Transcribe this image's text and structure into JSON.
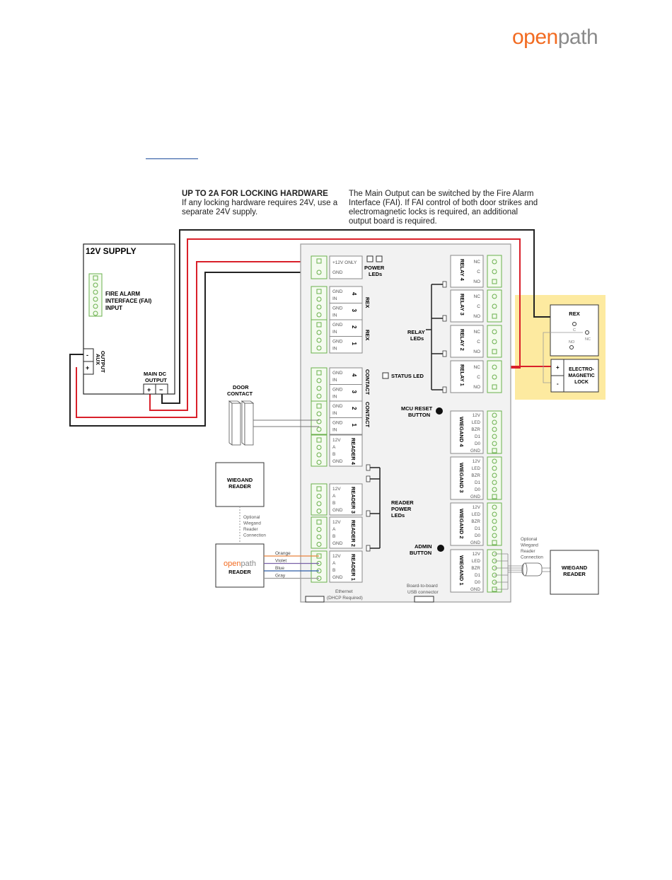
{
  "logo": {
    "part1": "open",
    "part2": "path",
    "color_primary": "#f26b21",
    "color_secondary": "#8a8a8a"
  },
  "notes": {
    "locking_title": "UP TO 2A FOR LOCKING HARDWARE",
    "locking_body_1": "If any locking hardware requires 24V, use a",
    "locking_body_2": "separate 24V supply.",
    "fai_1": "The Main Output can be switched by the Fire Alarm",
    "fai_2": "Interface (FAI). If FAI control of both door strikes and",
    "fai_3": "electromagnetic locks is required, an additional",
    "fai_4": "output board is required."
  },
  "supply": {
    "title": "12V SUPPLY",
    "fai_1": "FIRE ALARM",
    "fai_2": "INTERFACE (FAI)",
    "fai_3": "INPUT",
    "aux_label_1": "AUX",
    "aux_label_2": "OUTPUT",
    "aux_minus": "-",
    "aux_plus": "+",
    "main_dc_1": "MAIN DC",
    "main_dc_2": "OUTPUT",
    "main_plus": "+",
    "main_minus": "−"
  },
  "board": {
    "power_in": {
      "pin1": "+12V ONLY",
      "pin2": "GND"
    },
    "power_leds_1": "POWER",
    "power_leds_2": "LEDs",
    "rex_label": "REX",
    "contact_label": "CONTACT",
    "gnd": "GND",
    "in": "IN",
    "rex_nums": [
      "4",
      "3",
      "2",
      "1"
    ],
    "contact_nums": [
      "4",
      "3",
      "2",
      "1"
    ],
    "reader_pins": [
      "12V",
      "A",
      "B",
      "GND"
    ],
    "readers": [
      "READER 4",
      "READER 3",
      "READER 2",
      "READER 1"
    ],
    "relay_leds_1": "RELAY",
    "relay_leds_2": "LEDs",
    "status_led": "STATUS LED",
    "mcu_reset_1": "MCU RESET",
    "mcu_reset_2": "BUTTON",
    "reader_power_1": "READER",
    "reader_power_2": "POWER",
    "reader_power_3": "LEDs",
    "admin_1": "ADMIN",
    "admin_2": "BUTTON",
    "relays": [
      "RELAY 4",
      "RELAY 3",
      "RELAY 2",
      "RELAY 1"
    ],
    "relay_pins": [
      "NC",
      "C",
      "NO"
    ],
    "wiegands": [
      "WIEGAND 4",
      "WIEGAND 3",
      "WIEGAND 2",
      "WIEGAND 1"
    ],
    "wiegand_pins": [
      "12V",
      "LED",
      "BZR",
      "D1",
      "D0",
      "GND"
    ],
    "ethernet_1": "Ethernet",
    "ethernet_2": "(DHCP Required)",
    "usb_1": "Board-to-board",
    "usb_2": "USB connector"
  },
  "door_contact": {
    "line1": "DOOR",
    "line2": "CONTACT"
  },
  "wiegand_reader_left": {
    "line1": "WIEGAND",
    "line2": "READER"
  },
  "optional_left": [
    "Optional",
    "Wiegand",
    "Reader",
    "Connection"
  ],
  "openpath_reader": {
    "logo1": "open",
    "logo2": "path",
    "label": "READER"
  },
  "reader_wires": [
    {
      "label": "Orange",
      "color": "#e8823c"
    },
    {
      "label": "Violet",
      "color": "#7a62a8"
    },
    {
      "label": "Blue",
      "color": "#2c5ea8"
    },
    {
      "label": "Gray",
      "color": "#9a9a9a"
    }
  ],
  "rex_device": {
    "title": "REX",
    "c": "C",
    "nc": "NC",
    "no": "NO"
  },
  "maglock": {
    "plus": "+",
    "minus": "-",
    "line1": "ELECTRO-",
    "line2": "MAGNETIC",
    "line3": "LOCK"
  },
  "optional_right": [
    "Optional",
    "Wiegand",
    "Reader",
    "Connection"
  ],
  "wiegand_reader_right": {
    "line1": "WIEGAND",
    "line2": "READER"
  },
  "colors": {
    "terminal_green": "#6ab04c",
    "terminal_fill": "#f4fbef",
    "board_fill": "#f2f2f2",
    "wire_red": "#d9202a",
    "highlight": "#fdeaa0"
  }
}
